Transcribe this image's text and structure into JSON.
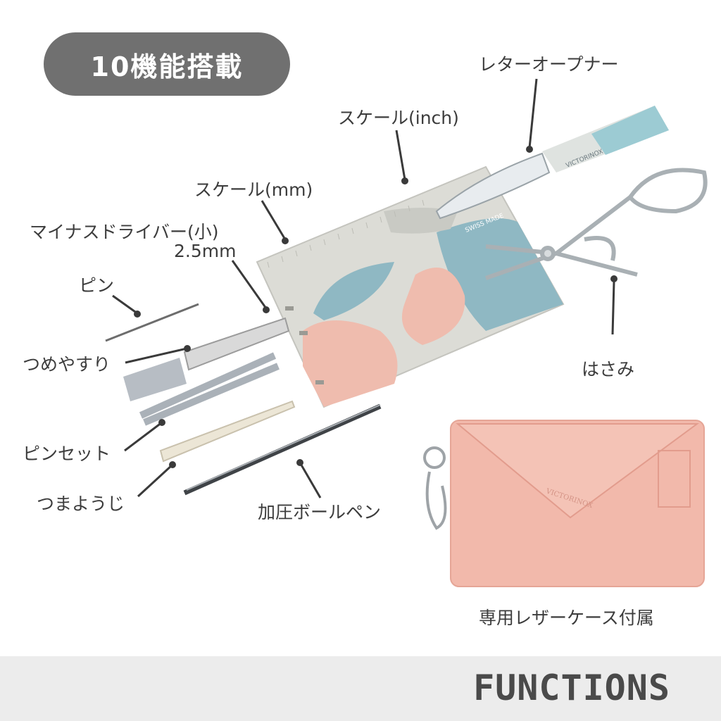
{
  "badge": {
    "text": "10機能搭載"
  },
  "labels": {
    "letter_opener": "レターオープナー",
    "scale_inch": "スケール(inch)",
    "scale_mm": "スケール(mm)",
    "screwdriver_line1": "マイナスドライバー(小)",
    "screwdriver_line2": "2.5mm",
    "pin": "ピン",
    "nail_file": "つめやすり",
    "scissors": "はさみ",
    "tweezers": "ピンセット",
    "toothpick": "つまようじ",
    "pen": "加圧ボールペン",
    "case": "専用レザーケース付属"
  },
  "product": {
    "swiss_made": "SWISS MADE",
    "brand": "VICTORINOX"
  },
  "footer": {
    "text": "FUNCTIONS"
  },
  "colors": {
    "badge": "#707070",
    "card": "#dcdcd6",
    "blue": "#8fb8c3",
    "pink": "#efbcae",
    "case": "#f2b9ab",
    "footer": "#ececec"
  }
}
